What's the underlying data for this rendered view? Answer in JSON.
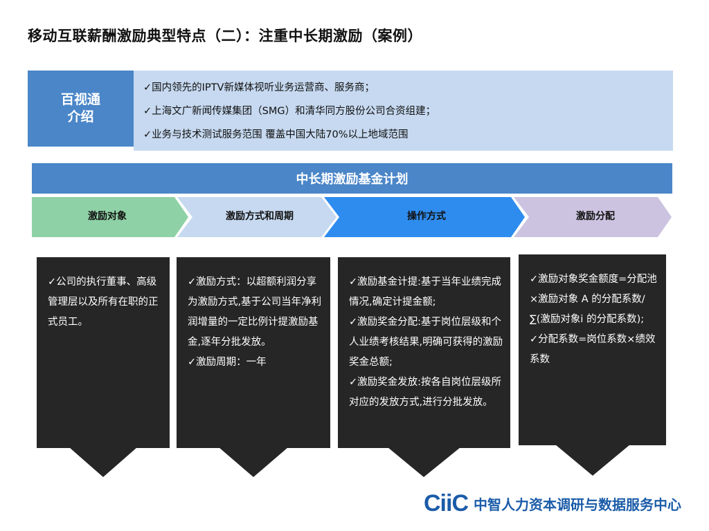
{
  "title": "移动互联薪酬激励典型特点（二）：注重中长期激励（案例）",
  "intro": {
    "label": "百视通介绍",
    "lines": [
      "✓国内领先的IPTV新媒体视听业务运营商、服务商；",
      "✓上海文广新闻传媒集团（SMG）和清华同方股份公司合资组建；",
      "✓业务与技术测试服务范围 覆盖中国大陆70%以上地域范围"
    ]
  },
  "plan_title": "中长期激励基金计划",
  "steps": [
    {
      "label": "激励对象",
      "color": "#8fd1a6"
    },
    {
      "label": "激励方式和周期",
      "color": "#c6d9f0"
    },
    {
      "label": "操作方式",
      "color": "#2e8cef"
    },
    {
      "label": "激励分配",
      "color": "#cbc3df"
    }
  ],
  "cards": [
    [
      "✓公司的执行董事、高级管理层以及所有在职的正式员工。"
    ],
    [
      "✓激励方式：以超额利润分享为激励方式,基于公司当年净利润增量的一定比例计提激励基金,逐年分批发放。",
      "✓激励周期：一年"
    ],
    [
      "✓激励基金计提:基于当年业绩完成情况,确定计提金额;",
      "✓激励奖金分配:基于岗位层级和个人业绩考核结果,明确可获得的激励奖金总额;",
      "✓激励奖金发放:按各自岗位层级所对应的发放方式,进行分批发放。"
    ],
    [
      "✓激励对象奖金额度=分配池×激励对象 A 的分配系数/∑(激励对象i 的分配系数);",
      "✓分配系数=岗位系数×绩效系数"
    ]
  ],
  "logo": {
    "mark": "CiiC",
    "text": "中智人力资本调研与数据服务中心"
  },
  "colors": {
    "primary_blue": "#4a86c8",
    "light_blue": "#c6d9f0",
    "card_bg": "#262626",
    "logo_blue": "#1b5ca8"
  }
}
